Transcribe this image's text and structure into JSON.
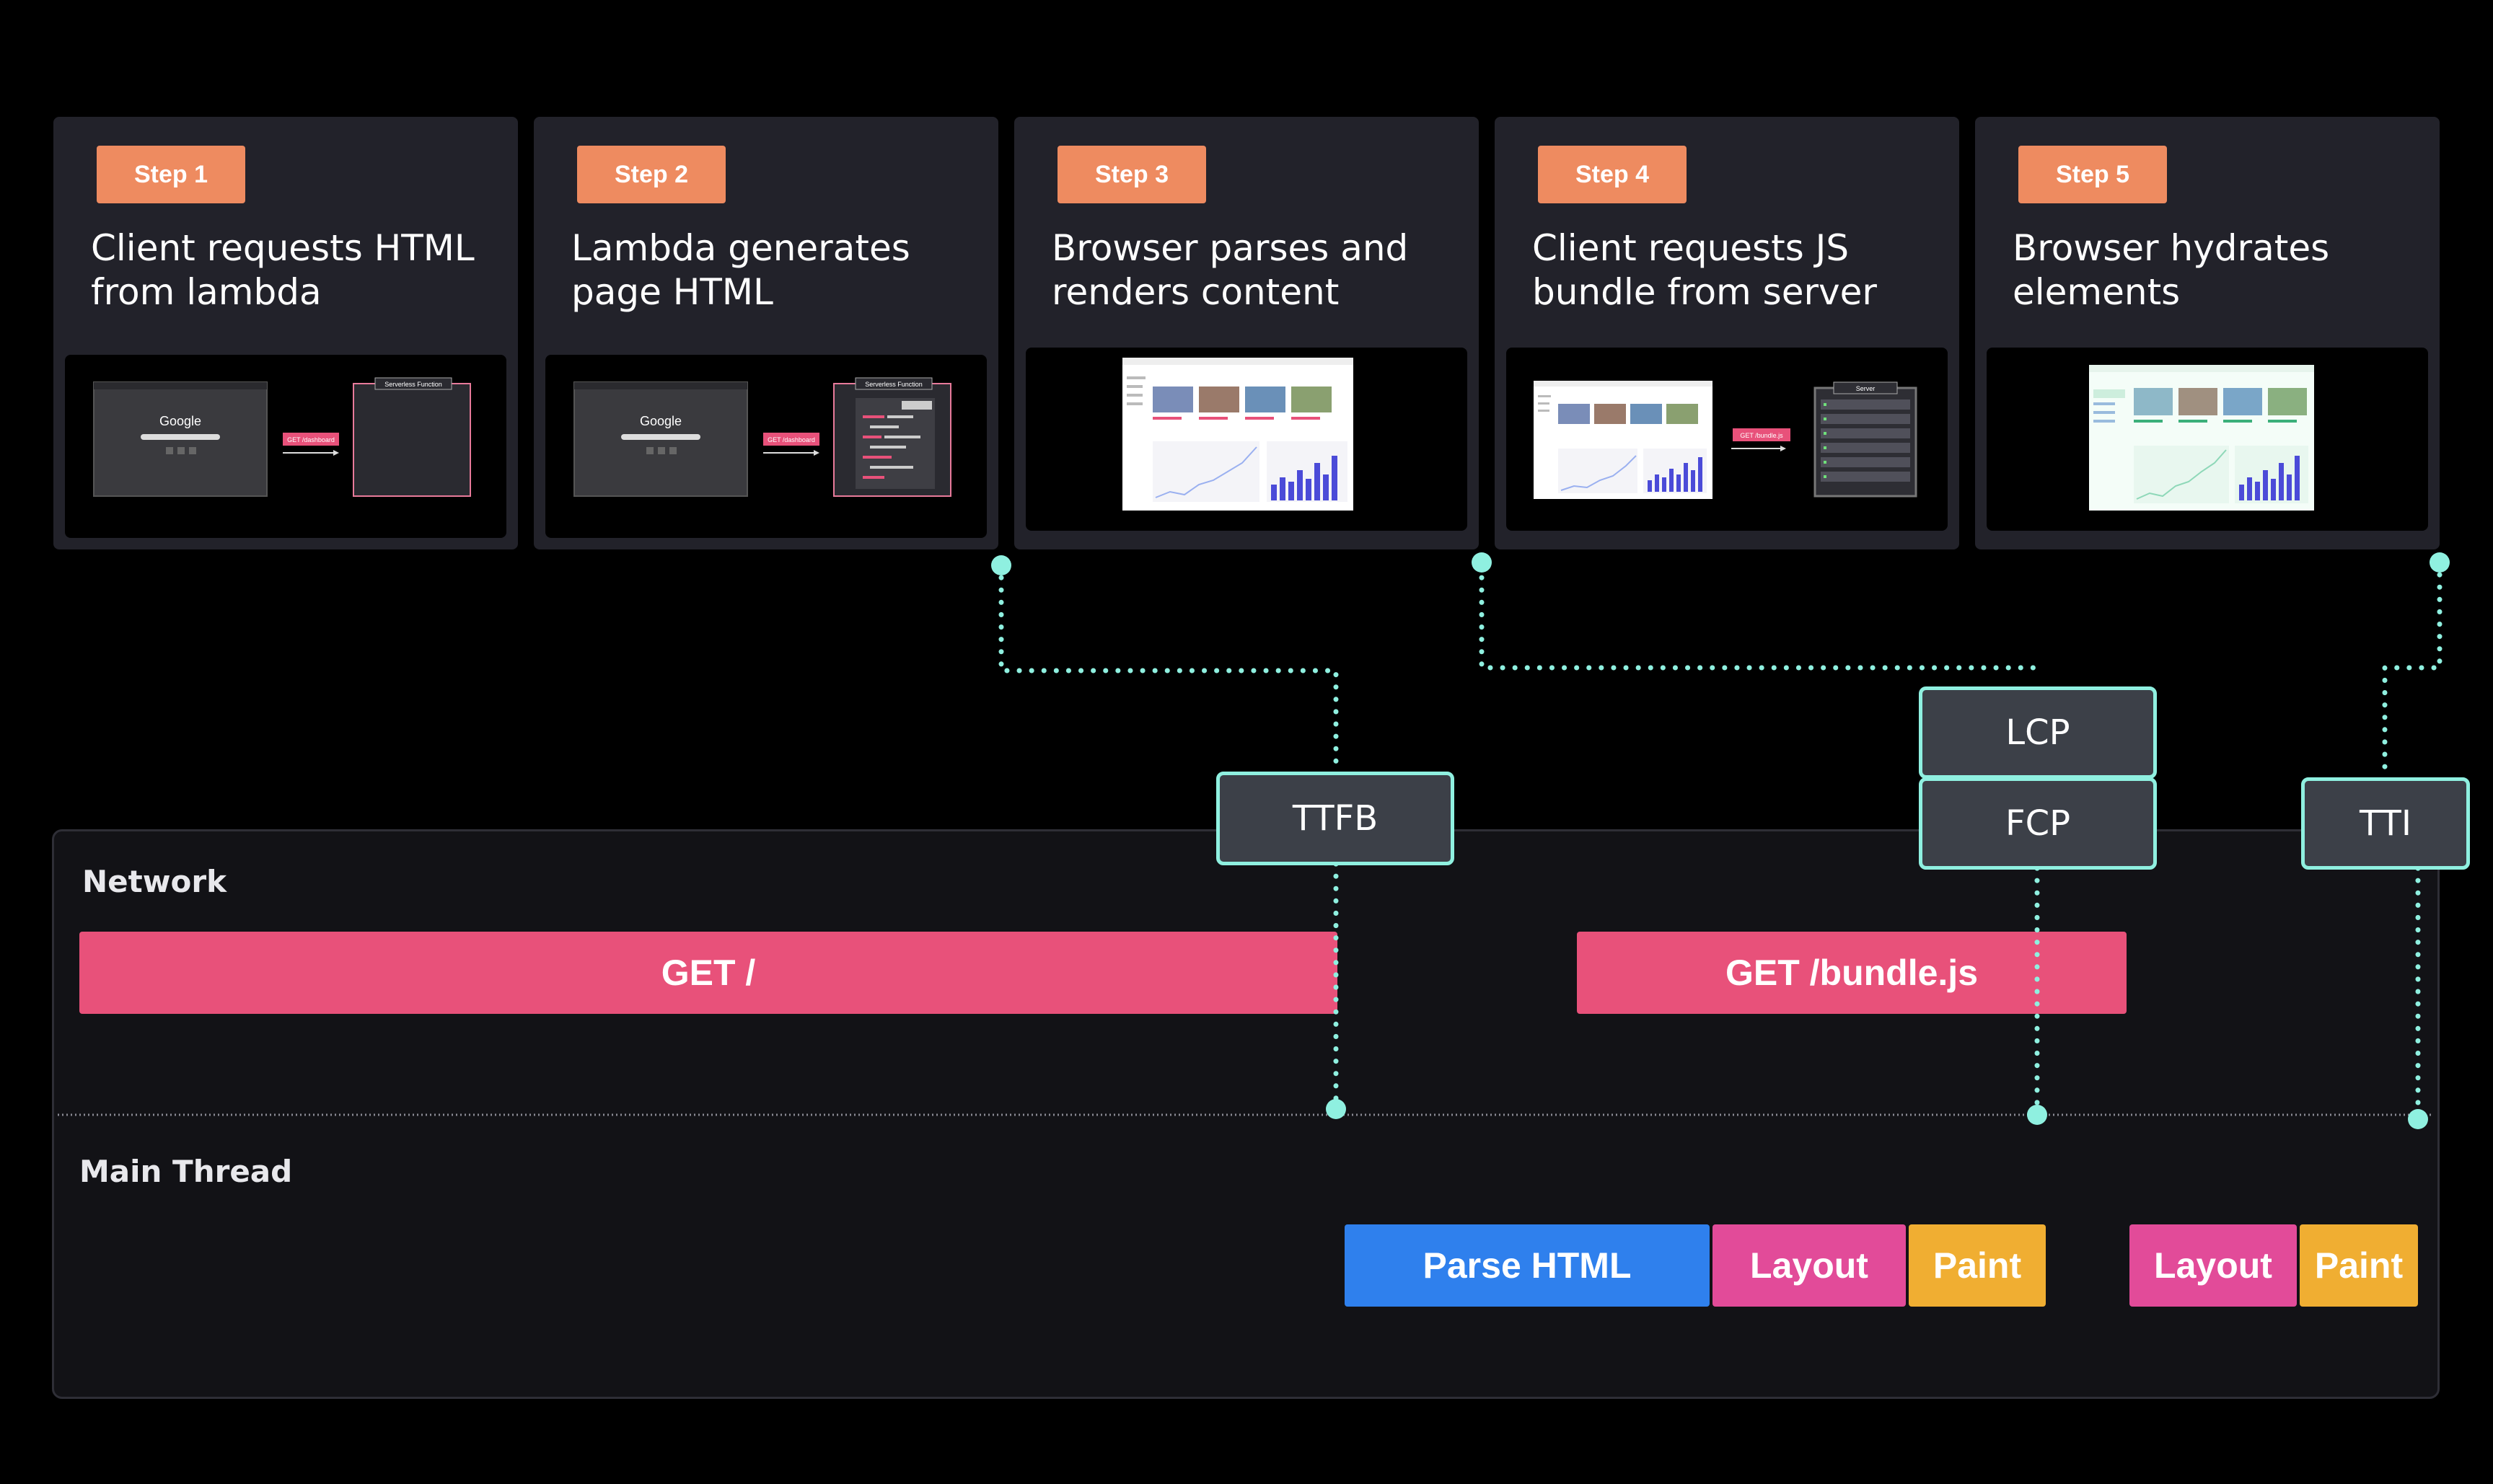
{
  "steps": [
    {
      "label": "Step 1",
      "title_line1": "Client requests HTML",
      "title_line2": "from lambda"
    },
    {
      "label": "Step 2",
      "title_line1": "Lambda generates",
      "title_line2": "page HTML"
    },
    {
      "label": "Step 3",
      "title_line1": "Browser parses and",
      "title_line2": "renders content"
    },
    {
      "label": "Step 4",
      "title_line1": "Client requests JS",
      "title_line2": "bundle from server"
    },
    {
      "label": "Step 5",
      "title_line1": "Browser hydrates",
      "title_line2": "elements"
    }
  ],
  "thumbnails": {
    "google": "Google",
    "request_arrow": "GET /dashboard",
    "bundle_arrow": "GET /bundle.js",
    "serverless_function": "Serverless Function",
    "server": "Server"
  },
  "metrics": {
    "ttfb": "TTFB",
    "lcp": "LCP",
    "fcp": "FCP",
    "tti": "TTI"
  },
  "network": {
    "label": "Network",
    "requests": [
      "GET /",
      "GET /bundle.js"
    ]
  },
  "main_thread": {
    "label": "Main Thread",
    "tasks": [
      "Parse HTML",
      "Layout",
      "Paint",
      "Layout",
      "Paint"
    ]
  },
  "colors": {
    "step_badge": "#ee8b60",
    "network_request": "#e8517a",
    "parse_html": "#2f80ed",
    "layout": "#e24b99",
    "paint": "#f0ae32",
    "marker_line": "#8ff0e0",
    "metric_box": "#3c4048"
  }
}
